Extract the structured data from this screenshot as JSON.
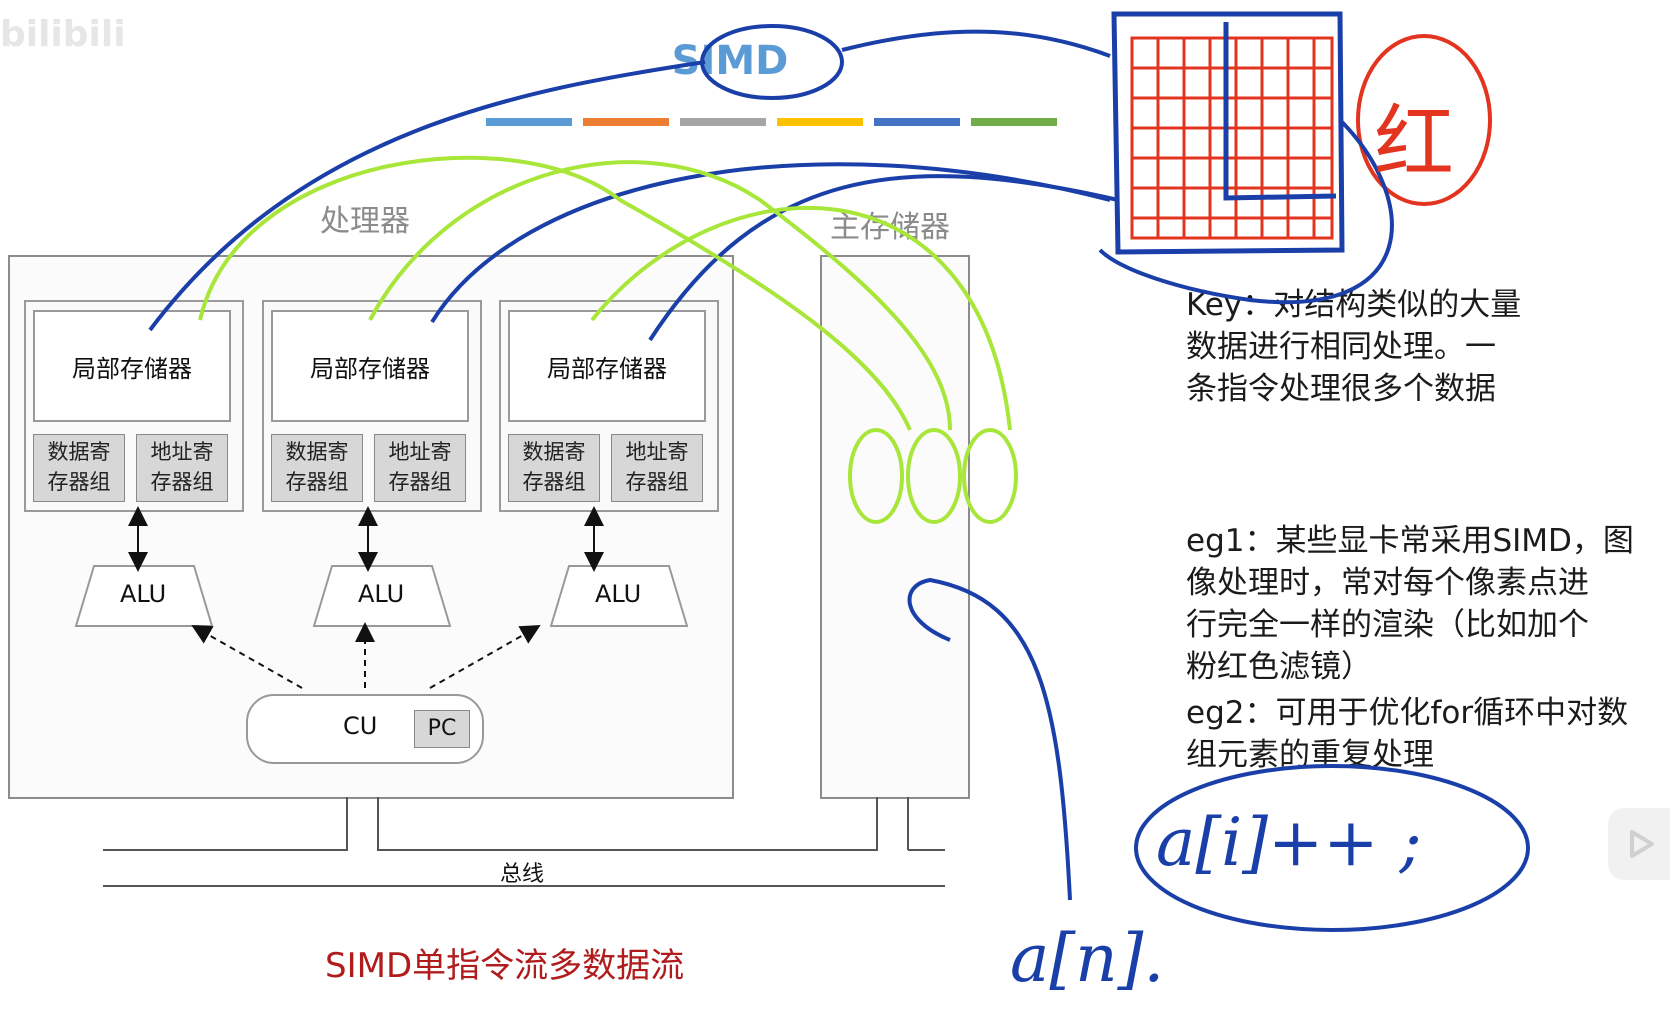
{
  "watermark": "bilibili",
  "diagram": {
    "simd_banner": "SIMD",
    "banner_colors": [
      "#5b9bd5",
      "#ed7d31",
      "#a5a5a5",
      "#ffc000",
      "#4472c4",
      "#70ad47"
    ],
    "processor_label": "处理器",
    "main_memory_label": "主存储器",
    "processors": [
      {
        "local_memory": "局部存储器",
        "data_registers": "数据寄\n存器组",
        "address_registers": "地址寄\n存器组",
        "alu": "ALU"
      },
      {
        "local_memory": "局部存储器",
        "data_registers": "数据寄\n存器组",
        "address_registers": "地址寄\n存器组",
        "alu": "ALU"
      },
      {
        "local_memory": "局部存储器",
        "data_registers": "数据寄\n存器组",
        "address_registers": "地址寄\n存器组",
        "alu": "ALU"
      }
    ],
    "cu": "CU",
    "pc": "PC",
    "bus_label": "总线",
    "caption": "SIMD单指令流多数据流",
    "caption_color": "#b01c1c"
  },
  "notes": {
    "key_lines": [
      "Key：对结构类似的大量",
      "数据进行相同处理。一",
      "条指令处理很多个数据"
    ],
    "eg1_lines": [
      "eg1：某些显卡常采用SIMD，图",
      "像处理时，常对每个像素点进",
      "行完全一样的渲染（比如加个",
      "粉红色滤镜）"
    ],
    "eg2_lines": [
      "eg2：可用于优化for循环中对数",
      "组元素的重复处理"
    ]
  },
  "handwriting": {
    "red_char": "红",
    "code_loop": "a[i]++ ;",
    "code_array": "a[n]."
  },
  "ink_colors": {
    "blue": "#1a3fa8",
    "green": "#a8e63a",
    "red": "#e3341f"
  }
}
